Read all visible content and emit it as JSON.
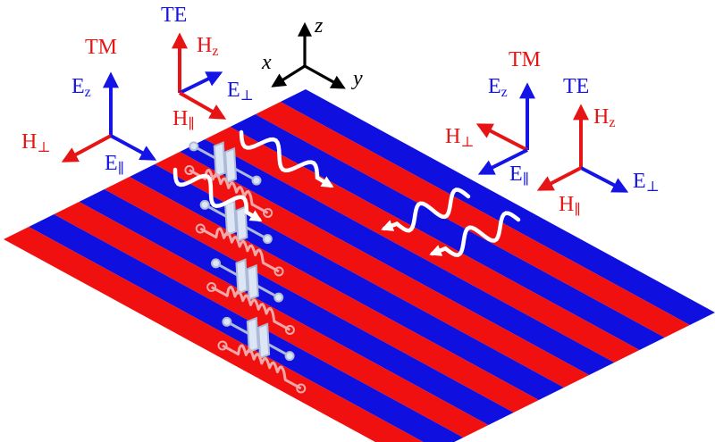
{
  "colors": {
    "te_blue": "#1414e6",
    "tm_red": "#e61414",
    "stripe_blue": "#0f0fe0",
    "stripe_red": "#f01010",
    "wave": "#ffffff",
    "component_fill": "#dde6f5",
    "component_stroke": "#aebbd6",
    "inductor_stroke": "#f0a8a8",
    "axes": "#000000"
  },
  "axes": {
    "z": "z",
    "x": "x",
    "y": "y"
  },
  "left_triads": {
    "tm": {
      "title": "TM",
      "ez": "E",
      "ez_sub": "z",
      "hperp": "H",
      "hperp_sym": "⊥",
      "epar": "E",
      "epar_sym": "∥"
    },
    "te": {
      "title": "TE",
      "hz": "H",
      "hz_sub": "z",
      "eperp": "E",
      "eperp_sym": "⊥",
      "hpar": "H",
      "hpar_sym": "∥"
    }
  },
  "right_triads": {
    "tm": {
      "title": "TM",
      "ez": "E",
      "ez_sub": "z",
      "hperp": "H",
      "hperp_sym": "⊥",
      "epar": "E",
      "epar_sym": "∥"
    },
    "te": {
      "title": "TE",
      "hz": "H",
      "hz_sub": "z",
      "eperp": "E",
      "eperp_sym": "⊥",
      "hpar": "H",
      "hpar_sym": "∥"
    }
  },
  "icons": {
    "capacitor": "capacitor-icon",
    "inductor": "inductor-icon",
    "wave": "wavy-arrow-icon"
  },
  "stripe_count": 6
}
